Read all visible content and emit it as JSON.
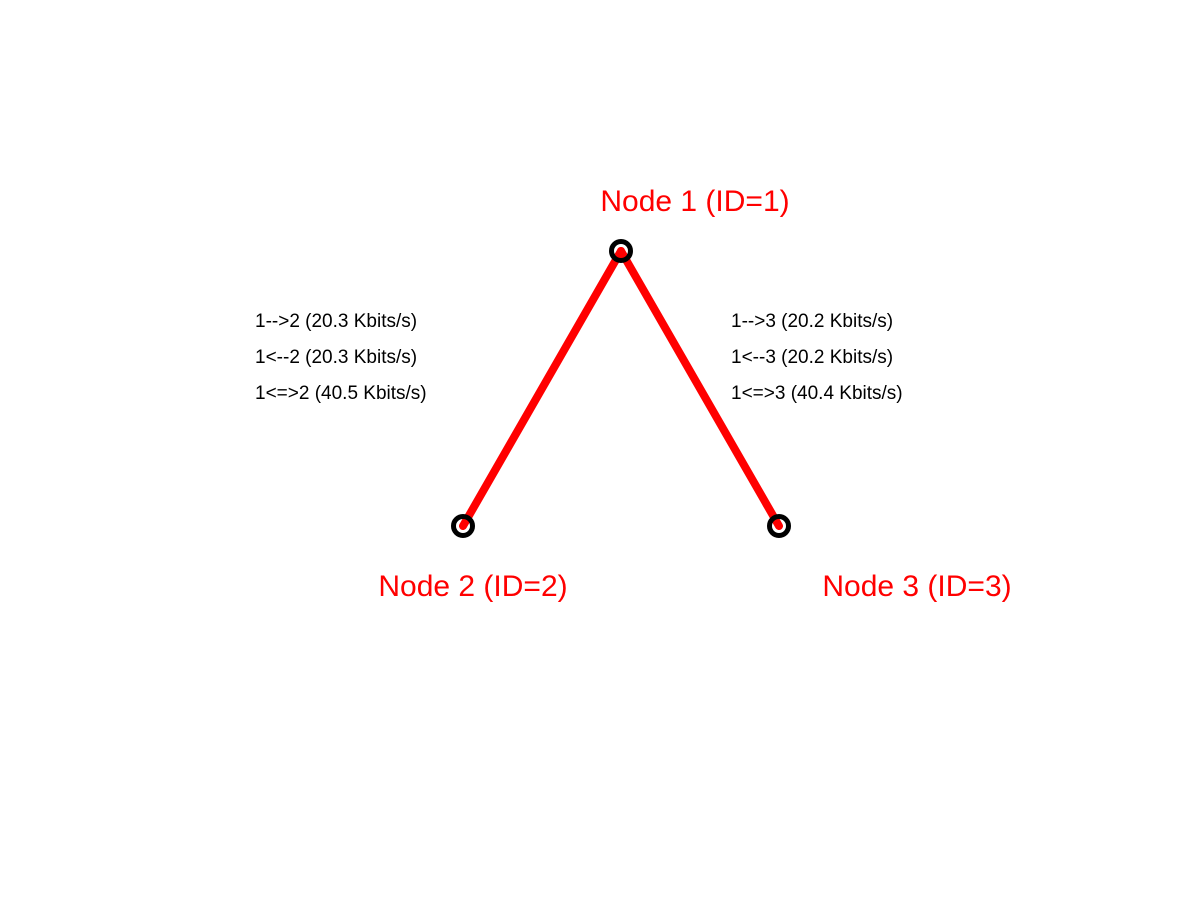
{
  "colors": {
    "link": "#ff0000",
    "node_ring": "#000000",
    "node_label": "#ff0000",
    "stat_text": "#000000"
  },
  "nodes": [
    {
      "id": 1,
      "label": "Node 1 (ID=1)"
    },
    {
      "id": 2,
      "label": "Node 2 (ID=2)"
    },
    {
      "id": 3,
      "label": "Node 3 (ID=3)"
    }
  ],
  "links": [
    {
      "from": 1,
      "to": 2,
      "stats": [
        "1-->2 (20.3 Kbits/s)",
        "1<--2 (20.3 Kbits/s)",
        "1<=>2 (40.5 Kbits/s)"
      ]
    },
    {
      "from": 1,
      "to": 3,
      "stats": [
        "1-->3 (20.2 Kbits/s)",
        "1<--3 (20.2 Kbits/s)",
        "1<=>3 (40.4 Kbits/s)"
      ]
    }
  ]
}
